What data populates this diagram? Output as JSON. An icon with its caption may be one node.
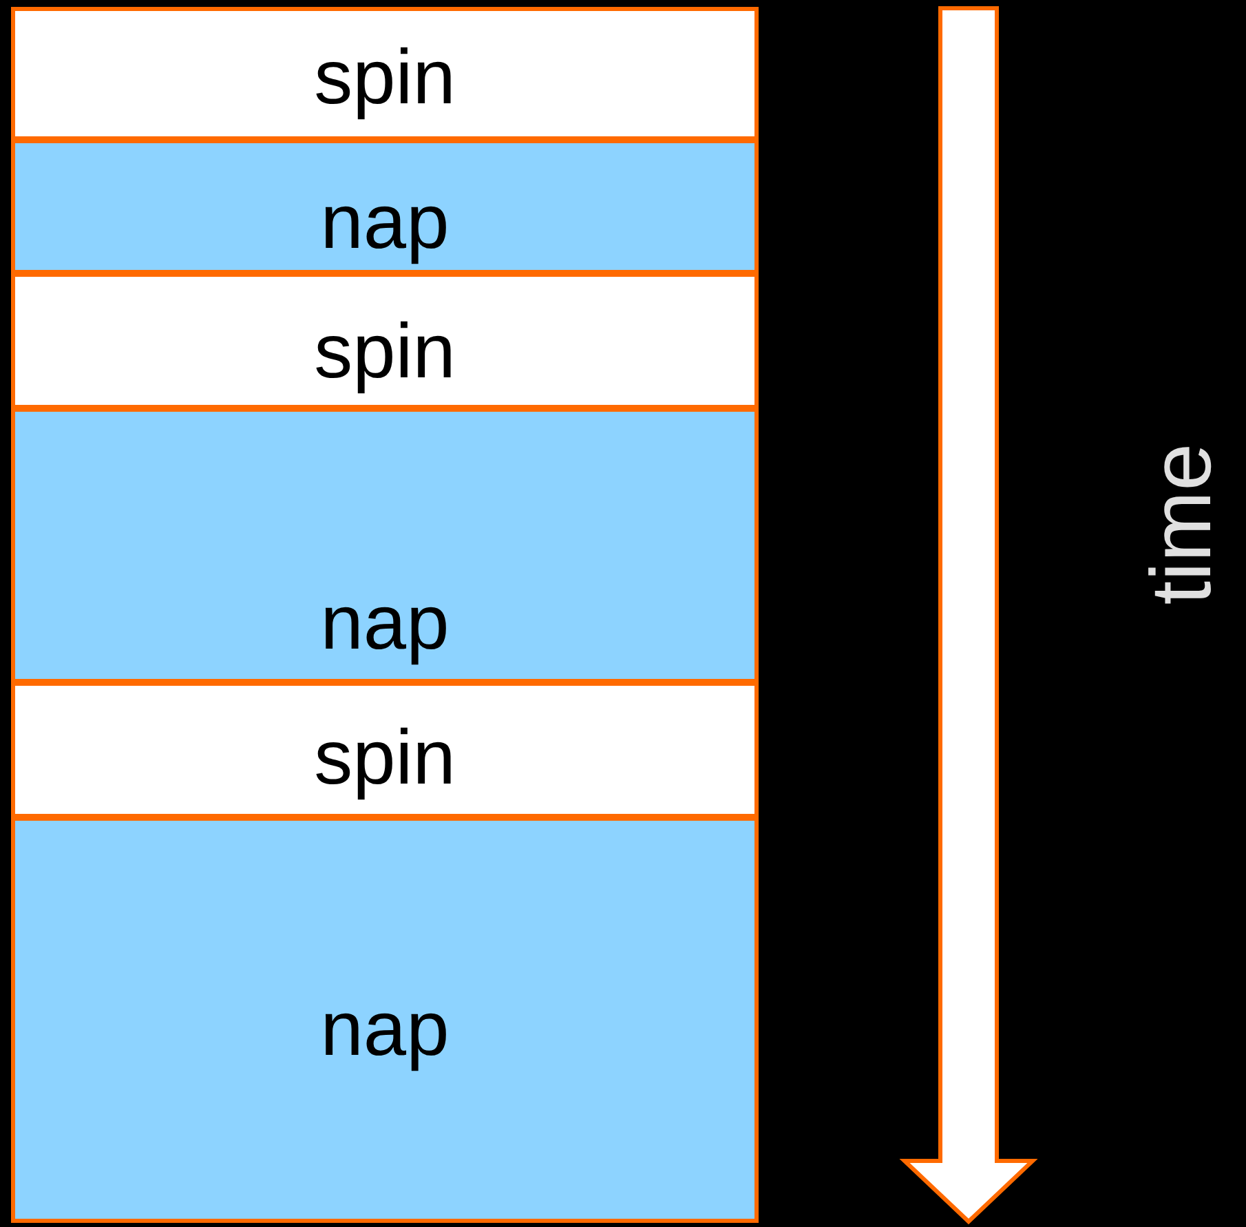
{
  "diagram": {
    "nodes": [
      {
        "text": [
          "spin"
        ]
      },
      {
        "text": [
          "nap"
        ]
      },
      {
        "text": [
          "spin"
        ]
      },
      {
        "text": [
          "nap"
        ]
      },
      {
        "text": [
          "spin"
        ]
      },
      {
        "text": [
          "nap"
        ]
      }
    ],
    "labels": [
      "time"
    ]
  }
}
